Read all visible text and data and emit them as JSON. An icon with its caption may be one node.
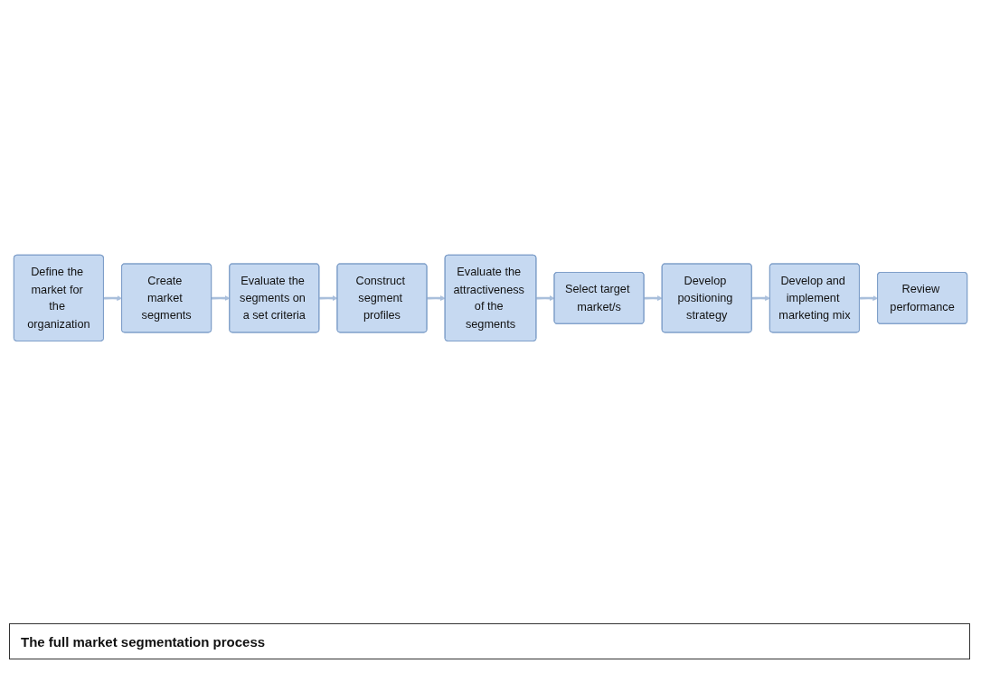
{
  "diagram": {
    "caption": "The full market segmentation process",
    "nodes": [
      {
        "text": [
          "Define the market for the organization"
        ]
      },
      {
        "text": [
          "Create market segments"
        ]
      },
      {
        "text": [
          "Evaluate the segments on a set criteria"
        ]
      },
      {
        "text": [
          "Construct segment profiles"
        ]
      },
      {
        "text": [
          "Evaluate the attractiveness of the segments"
        ]
      },
      {
        "text": [
          "Select target market/s"
        ]
      },
      {
        "text": [
          "Develop positioning strategy"
        ]
      },
      {
        "text": [
          "Develop and implement marketing mix"
        ]
      },
      {
        "text": [
          "Review performance"
        ]
      }
    ],
    "edges": [
      {
        "from": 0,
        "to": 1,
        "arrow": "to"
      },
      {
        "from": 1,
        "to": 2,
        "arrow": "to"
      },
      {
        "from": 2,
        "to": 3,
        "arrow": "to"
      },
      {
        "from": 3,
        "to": 4,
        "arrow": "to"
      },
      {
        "from": 4,
        "to": 5,
        "arrow": "to"
      },
      {
        "from": 5,
        "to": 6,
        "arrow": "to"
      },
      {
        "from": 6,
        "to": 7,
        "arrow": "to"
      },
      {
        "from": 7,
        "to": 8,
        "arrow": "to"
      }
    ]
  }
}
